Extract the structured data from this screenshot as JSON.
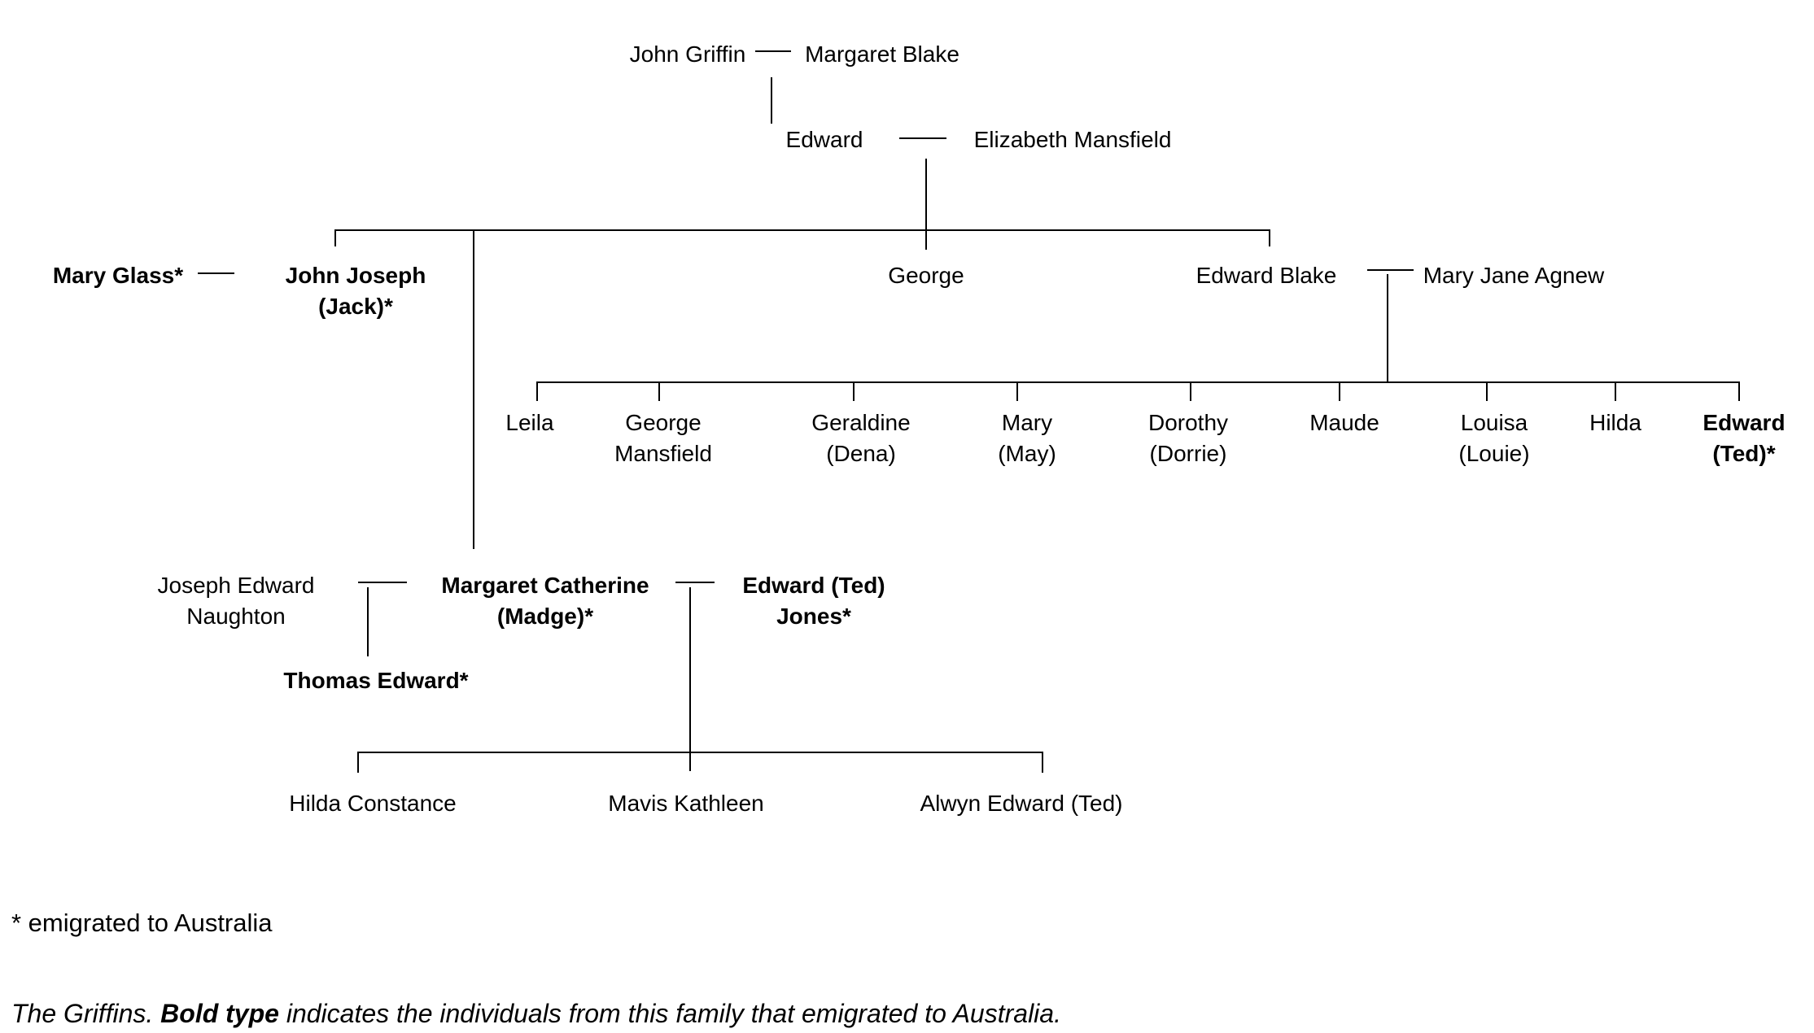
{
  "diagram": {
    "title_hint": "The Griffins family tree",
    "colors": {
      "background": "#ffffff",
      "text": "#000000",
      "line": "#000000"
    },
    "people": {
      "john_griffin": {
        "label": "John Griffin",
        "emigrated": false
      },
      "margaret_blake": {
        "label": "Margaret Blake",
        "emigrated": false
      },
      "edward": {
        "label": "Edward",
        "emigrated": false
      },
      "elizabeth_mansfield": {
        "label": "Elizabeth Mansfield",
        "emigrated": false
      },
      "mary_glass": {
        "label": "Mary Glass*",
        "emigrated": true
      },
      "john_joseph": {
        "label": "John Joseph\n(Jack)*",
        "emigrated": true
      },
      "george": {
        "label": "George",
        "emigrated": false
      },
      "edward_blake": {
        "label": "Edward Blake",
        "emigrated": false
      },
      "mary_jane_agnew": {
        "label": "Mary Jane Agnew",
        "emigrated": false
      },
      "leila": {
        "label": "Leila",
        "emigrated": false
      },
      "george_mansfield": {
        "label": "George\nMansfield",
        "emigrated": false
      },
      "geraldine": {
        "label": "Geraldine\n(Dena)",
        "emigrated": false
      },
      "mary_may": {
        "label": "Mary\n(May)",
        "emigrated": false
      },
      "dorothy": {
        "label": "Dorothy\n(Dorrie)",
        "emigrated": false
      },
      "maude": {
        "label": "Maude",
        "emigrated": false
      },
      "louisa": {
        "label": "Louisa\n(Louie)",
        "emigrated": false
      },
      "hilda": {
        "label": "Hilda",
        "emigrated": false
      },
      "edward_ted": {
        "label": "Edward\n(Ted)*",
        "emigrated": true
      },
      "joseph_naughton": {
        "label": "Joseph Edward\nNaughton",
        "emigrated": false
      },
      "margaret_catherine": {
        "label": "Margaret Catherine\n(Madge)*",
        "emigrated": true
      },
      "edward_jones": {
        "label": "Edward (Ted)\nJones*",
        "emigrated": true
      },
      "thomas_edward": {
        "label": "Thomas Edward*",
        "emigrated": true
      },
      "hilda_constance": {
        "label": "Hilda Constance",
        "emigrated": false
      },
      "mavis_kathleen": {
        "label": "Mavis Kathleen",
        "emigrated": false
      },
      "alwyn_edward": {
        "label": "Alwyn Edward (Ted)",
        "emigrated": false
      }
    },
    "footnote": "* emigrated to Australia",
    "caption": {
      "prefix": "The Griffins. ",
      "bold": "Bold type",
      "suffix": " indicates the individuals from this family that emigrated to Australia."
    }
  }
}
